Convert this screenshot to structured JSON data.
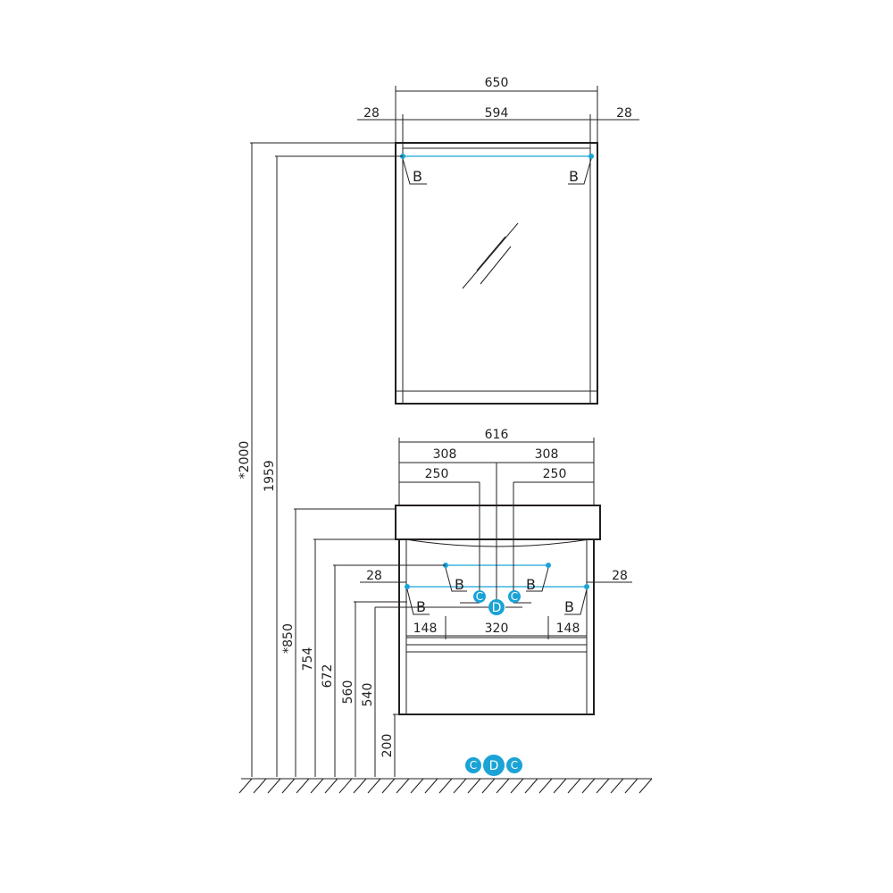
{
  "colors": {
    "line": "#231f20",
    "accent": "#1ba3d6",
    "background": "#ffffff"
  },
  "mirror": {
    "width": "650",
    "inner_width": "594",
    "side_left": "28",
    "side_right": "28",
    "mount_left_label": "B",
    "mount_right_label": "B"
  },
  "vanity": {
    "width": "616",
    "half_left": "308",
    "half_right": "308",
    "inset_left": "250",
    "inset_right": "250",
    "side_left": "28",
    "side_right": "28",
    "seg_left": "148",
    "seg_mid": "320",
    "seg_right": "148",
    "mount_labels": [
      "B",
      "B",
      "B",
      "B"
    ],
    "connector_c1": "C",
    "connector_c2": "C",
    "connector_d": "D"
  },
  "heights": {
    "h2000": "*2000",
    "h1959": "1959",
    "h850": "*850",
    "h754": "754",
    "h672": "672",
    "h560": "560",
    "h540": "540",
    "h200": "200"
  },
  "floor_symbols": {
    "c_left": "C",
    "d": "D",
    "c_right": "C"
  }
}
